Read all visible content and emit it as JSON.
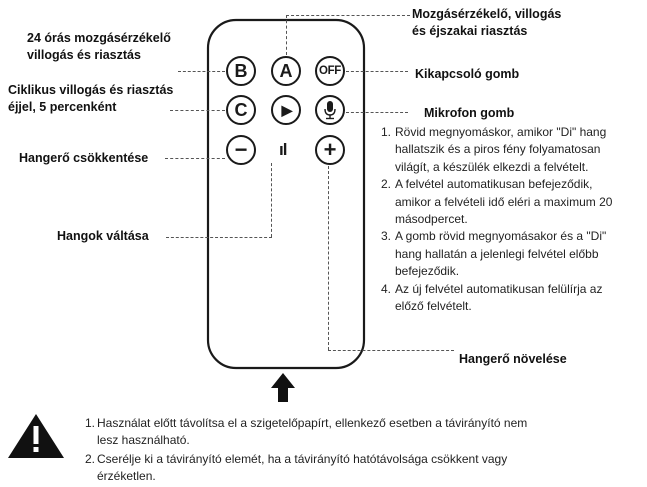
{
  "labels": {
    "motion_24h": [
      "24 órás mozgásérzékelő",
      "villogás és riasztás"
    ],
    "motion_night": [
      "Mozgásérzékelő, villogás",
      "és éjszakai riasztás"
    ],
    "off_button": "Kikapcsoló gomb",
    "cyclic": [
      "Ciklikus villogás és riasztás",
      "éjjel, 5 percenként"
    ],
    "mic_button": "Mikrofon gomb",
    "volume_down": "Hangerő csökkentése",
    "switch_sounds": "Hangok váltása",
    "volume_up": "Hangerő növelése"
  },
  "buttons": {
    "b": "B",
    "a": "A",
    "off": "OFF",
    "c": "C",
    "play": "▶",
    "minus": "−",
    "plus": "+",
    "switch_glyph": "ıl"
  },
  "mic_steps": [
    {
      "num": "1.",
      "text": [
        "Rövid megnyomáskor, amikor \"Di\" hang",
        "hallatszik és a piros fény folyamatosan",
        "világít, a készülék elkezdi a felvételt."
      ]
    },
    {
      "num": "2.",
      "text": [
        "A felvétel automatikusan befejeződik,",
        "amikor a felvételi idő eléri a maximum 20",
        "másodpercet."
      ]
    },
    {
      "num": "3.",
      "text": [
        "A gomb rövid megnyomásakor és a \"Di\"",
        "hang hallatán a jelenlegi felvétel előbb",
        "befejeződik."
      ]
    },
    {
      "num": "4.",
      "text": [
        "Az új felvétel automatikusan felülírja az",
        "előző felvételt."
      ]
    }
  ],
  "warning": {
    "icon_glyph": "!",
    "notes": [
      {
        "num": "1.",
        "text": [
          "Használat előtt távolítsa el a szigetelőpapírt, ellenkező esetben a távirányító nem",
          "lesz használható."
        ]
      },
      {
        "num": "2.",
        "text": [
          "Cserélje ki a távirányító elemét, ha a távirányító hatótávolsága csökkent vagy",
          "érzéketlen."
        ]
      }
    ]
  },
  "colors": {
    "ink": "#1a1a1a",
    "leader": "#555555",
    "text": "#222222"
  }
}
